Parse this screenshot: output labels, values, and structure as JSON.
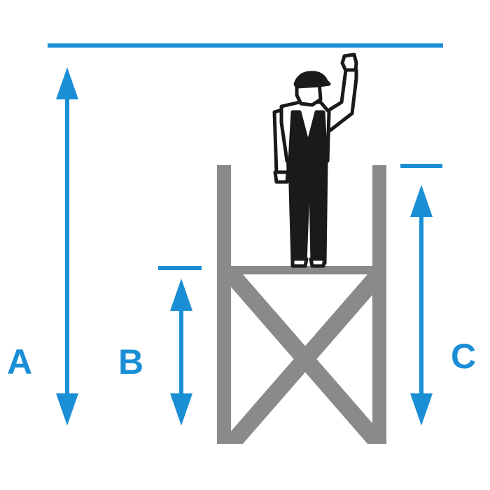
{
  "labels": {
    "a": "A",
    "b": "B",
    "c": "C"
  },
  "colors": {
    "dimension": "#1a8fd6",
    "scaffold": "#8a8a8a",
    "figure": "#1a1a1a",
    "background": "#ffffff"
  },
  "icons": {
    "worker": "worker-icon",
    "scaffold": "scaffold-icon"
  }
}
